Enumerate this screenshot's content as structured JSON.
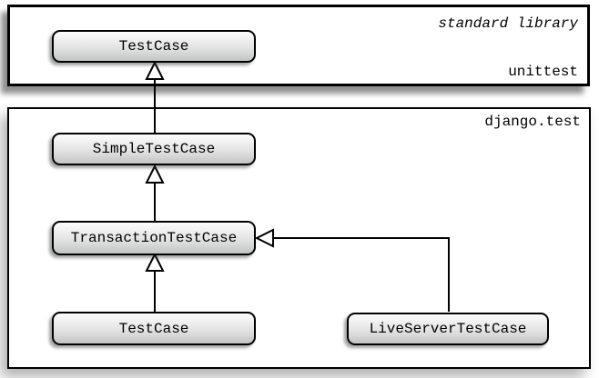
{
  "packages": [
    {
      "name": "standard-library",
      "corner_label": "standard library",
      "module_label": "unittest",
      "classes": [
        {
          "label": "TestCase"
        }
      ]
    },
    {
      "name": "django-test",
      "module_label": "django.test",
      "classes": [
        {
          "label": "SimpleTestCase"
        },
        {
          "label": "TransactionTestCase"
        },
        {
          "label": "TestCase"
        },
        {
          "label": "LiveServerTestCase"
        }
      ]
    }
  ],
  "relations": [
    {
      "child": "SimpleTestCase",
      "parent": "unittest.TestCase"
    },
    {
      "child": "TransactionTestCase",
      "parent": "SimpleTestCase"
    },
    {
      "child": "TestCase",
      "parent": "TransactionTestCase"
    },
    {
      "child": "LiveServerTestCase",
      "parent": "TransactionTestCase"
    }
  ],
  "colors": {
    "line": "#000000",
    "box_border": "#000000",
    "box_gradient_top": "#fcfcfc",
    "box_gradient_bottom": "#c2c5c5",
    "background": "#ffffff"
  }
}
